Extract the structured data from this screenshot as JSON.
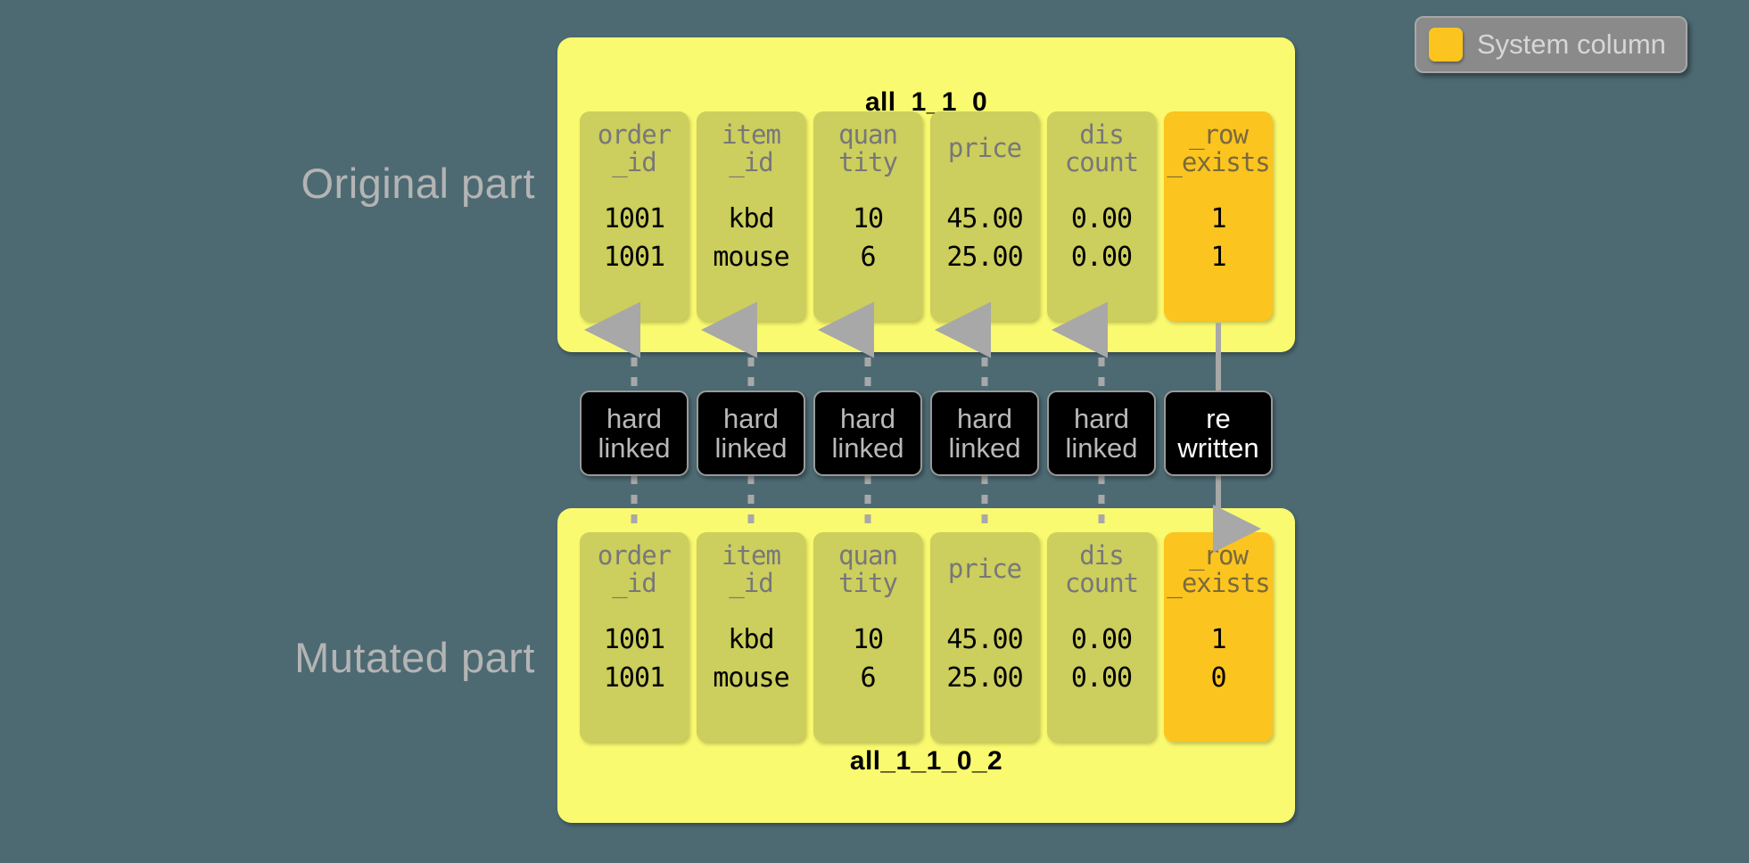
{
  "background_color": "#4d6a73",
  "palette": {
    "panel_yellow": "#fafa70",
    "column_olive": "#ccce5d",
    "system_amber": "#fbc41f",
    "connector_gray": "#a8a8a8",
    "label_box_black": "#000000",
    "caption_gray": "#b4b4b4"
  },
  "legend": {
    "swatch_color": "#fbc41f",
    "label": "System column",
    "swatch_icon": "yellow-square-swatch-icon"
  },
  "captions": {
    "original": "Original part",
    "mutated": "Mutated part"
  },
  "parts": {
    "original": {
      "title": "all_1_1_0",
      "title_position": "top",
      "columns": [
        {
          "name": "order_id",
          "header": "order\n_id",
          "system": false,
          "values": [
            "1001",
            "1001"
          ]
        },
        {
          "name": "item_id",
          "header": "item\n_id",
          "system": false,
          "values": [
            "kbd",
            "mouse"
          ]
        },
        {
          "name": "quantity",
          "header": "quan\ntity",
          "system": false,
          "values": [
            "10",
            "6"
          ]
        },
        {
          "name": "price",
          "header": "price",
          "system": false,
          "values": [
            "45.00",
            "25.00"
          ]
        },
        {
          "name": "discount",
          "header": "dis\ncount",
          "system": false,
          "values": [
            "0.00",
            "0.00"
          ]
        },
        {
          "name": "_row_exists",
          "header": "_row\n_exists",
          "system": true,
          "values": [
            "1",
            "1"
          ]
        }
      ]
    },
    "mutated": {
      "title": "all_1_1_0_2",
      "title_position": "bottom",
      "columns": [
        {
          "name": "order_id",
          "header": "order\n_id",
          "system": false,
          "values": [
            "1001",
            "1001"
          ]
        },
        {
          "name": "item_id",
          "header": "item\n_id",
          "system": false,
          "values": [
            "kbd",
            "mouse"
          ]
        },
        {
          "name": "quantity",
          "header": "quan\ntity",
          "system": false,
          "values": [
            "10",
            "6"
          ]
        },
        {
          "name": "price",
          "header": "price",
          "system": false,
          "values": [
            "45.00",
            "25.00"
          ]
        },
        {
          "name": "discount",
          "header": "dis\ncount",
          "system": false,
          "values": [
            "0.00",
            "0.00"
          ]
        },
        {
          "name": "_row_exists",
          "header": "_row\n_exists",
          "system": true,
          "values": [
            "1",
            "0"
          ]
        }
      ]
    }
  },
  "links": [
    {
      "name": "order_id",
      "label": "hard\nlinked",
      "style": "dashed",
      "direction": "up",
      "emphasis": "normal"
    },
    {
      "name": "item_id",
      "label": "hard\nlinked",
      "style": "dashed",
      "direction": "up",
      "emphasis": "normal"
    },
    {
      "name": "quantity",
      "label": "hard\nlinked",
      "style": "dashed",
      "direction": "up",
      "emphasis": "normal"
    },
    {
      "name": "price",
      "label": "hard\nlinked",
      "style": "dashed",
      "direction": "up",
      "emphasis": "normal"
    },
    {
      "name": "discount",
      "label": "hard\nlinked",
      "style": "dashed",
      "direction": "up",
      "emphasis": "normal"
    },
    {
      "name": "_row_exists",
      "label": "re\nwritten",
      "style": "solid",
      "direction": "down",
      "emphasis": "strong"
    }
  ]
}
